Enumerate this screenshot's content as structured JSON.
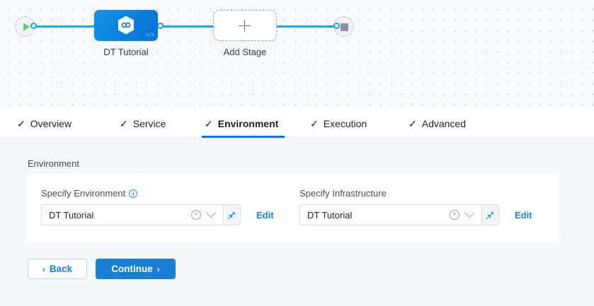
{
  "pipeline": {
    "start_node": {
      "name": "start-node",
      "icon": "play-icon"
    },
    "end_node": {
      "name": "end-node",
      "icon": "stop-icon"
    },
    "stage": {
      "label": "DT Tutorial",
      "icon": "hexagon-link-icon",
      "badge": "</>"
    },
    "add_stage": {
      "label": "Add Stage",
      "icon": "plus-icon"
    }
  },
  "tabs": [
    {
      "label": "Overview",
      "check": "✓",
      "active": false
    },
    {
      "label": "Service",
      "check": "✓",
      "active": false
    },
    {
      "label": "Environment",
      "check": "✓",
      "active": true
    },
    {
      "label": "Execution",
      "check": "✓",
      "active": false
    },
    {
      "label": "Advanced",
      "check": "✓",
      "active": false
    }
  ],
  "content": {
    "section_title": "Environment",
    "fields": [
      {
        "label": "Specify Environment",
        "has_info": true,
        "value": "DT Tutorial",
        "clear_icon": "×",
        "pin_icon": "pin-icon",
        "edit_label": "Edit"
      },
      {
        "label": "Specify Infrastructure",
        "has_info": false,
        "value": "DT Tutorial",
        "clear_icon": "×",
        "pin_icon": "pin-icon",
        "edit_label": "Edit"
      }
    ]
  },
  "footer": {
    "back_label": "Back",
    "back_arrow": "‹",
    "continue_label": "Continue",
    "continue_arrow": "›"
  },
  "colors": {
    "accent_blue": "#1a7fd4",
    "wire_blue": "#0ba7e8",
    "node_blue": "#0b7fdd",
    "play_green": "#5fd07e",
    "stop_grey": "#8e8ea8",
    "canvas_bg": "#f7fafd",
    "content_bg": "#f6f9fc"
  }
}
